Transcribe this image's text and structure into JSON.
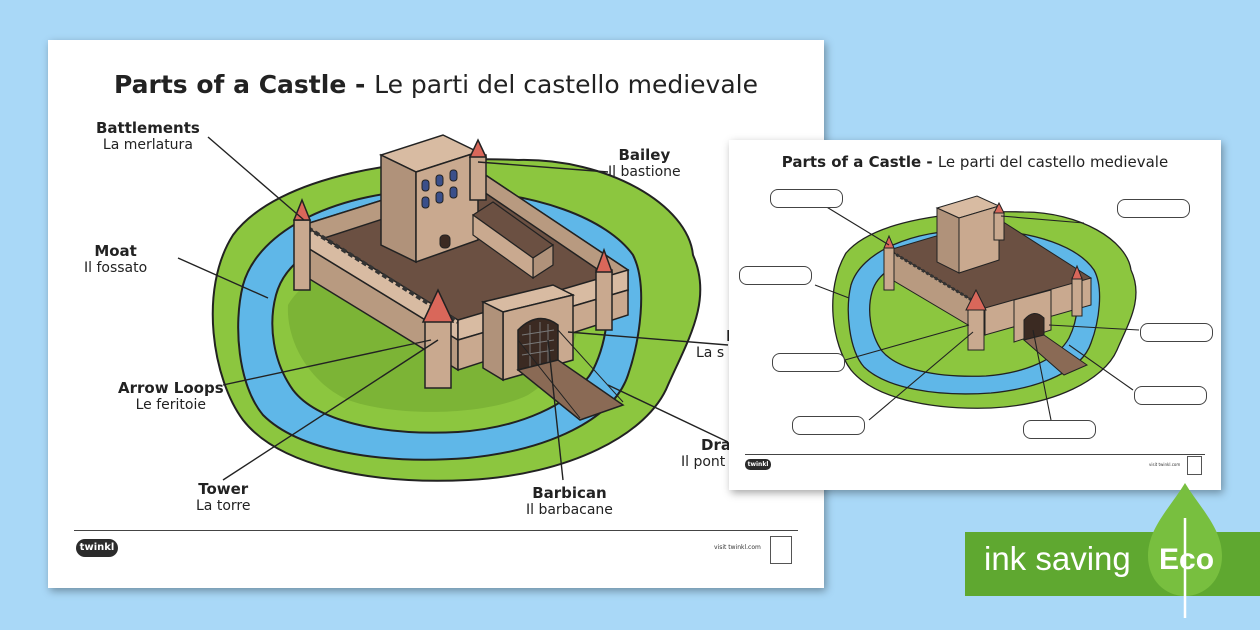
{
  "main_sheet": {
    "title_en": "Parts of a Castle",
    "title_sep": " - ",
    "title_it": "Le parti del castello medievale",
    "labels": [
      {
        "id": "battlements",
        "en": "Battlements",
        "it": "La merlatura"
      },
      {
        "id": "bailey",
        "en": "Bailey",
        "it": "Il bastione"
      },
      {
        "id": "moat",
        "en": "Moat",
        "it": "Il fossato"
      },
      {
        "id": "arrow-loops",
        "en": "Arrow Loops",
        "it": "Le feritoie"
      },
      {
        "id": "tower",
        "en": "Tower",
        "it": "La torre"
      },
      {
        "id": "barbican",
        "en": "Barbican",
        "it": "Il barbacane"
      },
      {
        "id": "portcullis",
        "en": "P",
        "it": "La s"
      },
      {
        "id": "drawbridge",
        "en": "Dra",
        "it": "Il pont"
      }
    ],
    "logo": "twinkl",
    "visit": "visit twinkl.com"
  },
  "eco_sheet": {
    "title_en": "Parts of a Castle",
    "title_sep": " - ",
    "title_it": "Le parti del castello medievale",
    "logo": "twinkl",
    "visit": "visit twinkl.com"
  },
  "eco_banner": {
    "label": "ink saving",
    "badge": "Eco"
  },
  "colors": {
    "background": "#a9d8f7",
    "grass": "#8cc63f",
    "water": "#5fb7e8",
    "stone": "#c9a98f",
    "roof": "#d9675a",
    "eco_green": "#5fa830"
  },
  "icons": [
    "castle-illustration",
    "twinkl-logo",
    "quality-badge",
    "leaf-icon"
  ]
}
